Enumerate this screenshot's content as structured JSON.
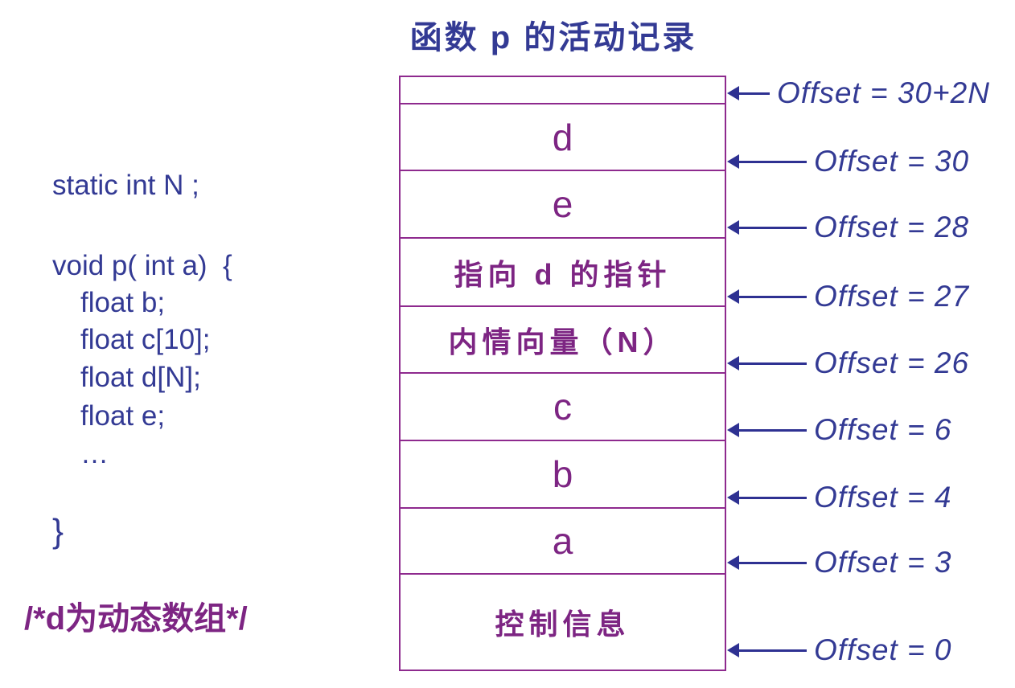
{
  "title": "函数 p 的活动记录",
  "code": {
    "lines": [
      {
        "text": "static int N ;"
      },
      {
        "text": "void p( int a)  {"
      },
      {
        "text": "float b;"
      },
      {
        "text": "float c[10];"
      },
      {
        "text": "float d[N];"
      },
      {
        "text": "float e;"
      },
      {
        "text": "…"
      },
      {
        "text": "}"
      }
    ],
    "comment": "/*d为动态数组*/"
  },
  "stack": {
    "cells": [
      {
        "label": "",
        "meaning": "top-empty-strip"
      },
      {
        "label": "d"
      },
      {
        "label": "e"
      },
      {
        "label": "指向 d 的指针"
      },
      {
        "label": "内情向量（N）"
      },
      {
        "label": "c"
      },
      {
        "label": "b"
      },
      {
        "label": "a"
      },
      {
        "label": "控制信息"
      }
    ]
  },
  "offsets": [
    {
      "label": "Offset = 30+2N"
    },
    {
      "label": "Offset = 30"
    },
    {
      "label": "Offset = 28"
    },
    {
      "label": "Offset = 27"
    },
    {
      "label": "Offset = 26"
    },
    {
      "label": "Offset = 6"
    },
    {
      "label": "Offset = 4"
    },
    {
      "label": "Offset = 3"
    },
    {
      "label": "Offset = 0"
    }
  ],
  "icons": {
    "offset_pointer": "left-arrow"
  },
  "colors": {
    "text_blue": "#333A94",
    "arrow_blue": "#2E3192",
    "purple_text": "#7D2583",
    "purple_line": "#8E2A8E",
    "background": "#ffffff"
  }
}
